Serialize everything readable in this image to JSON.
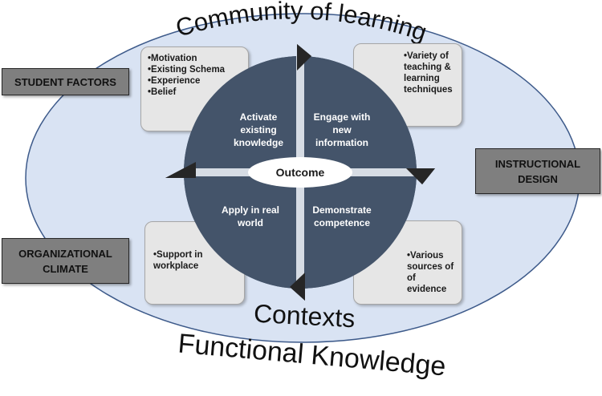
{
  "curved_title": "Community of learning",
  "bottom_title": "Contexts",
  "footer_title": "Functional Knowledge",
  "center_label": "Outcome",
  "quadrants": {
    "top_left": [
      "Activate",
      "existing",
      "knowledge"
    ],
    "top_right": [
      "Engage with",
      "new",
      "information"
    ],
    "bottom_left": [
      "Apply in real",
      "world"
    ],
    "bottom_right": [
      "Demonstrate",
      "competence"
    ]
  },
  "boxes": {
    "student_factors": [
      "Motivation",
      "Existing Schema",
      "Experience",
      "Belief"
    ],
    "instructional_design": [
      "Variety of teaching & learning techniques"
    ],
    "organizational_climate": [
      "Support in workplace"
    ],
    "evidence": [
      "Various sources of of evidence"
    ]
  },
  "side_labels": {
    "student_factors": "STUDENT FACTORS",
    "instructional_design_line1": "INSTRUCTIONAL",
    "instructional_design_line2": "DESIGN",
    "organizational_climate_line1": "ORGANIZATIONAL",
    "organizational_climate_line2": "CLIMATE"
  },
  "colors": {
    "ellipse_fill": "#d9e3f3",
    "ellipse_stroke": "#3d5a8a",
    "circle_fill": "#44546a",
    "cross_fill": "#d6dce4",
    "gray_box": "#e6e6e6",
    "label_box": "#7f7f7f",
    "arrow": "#262626"
  }
}
